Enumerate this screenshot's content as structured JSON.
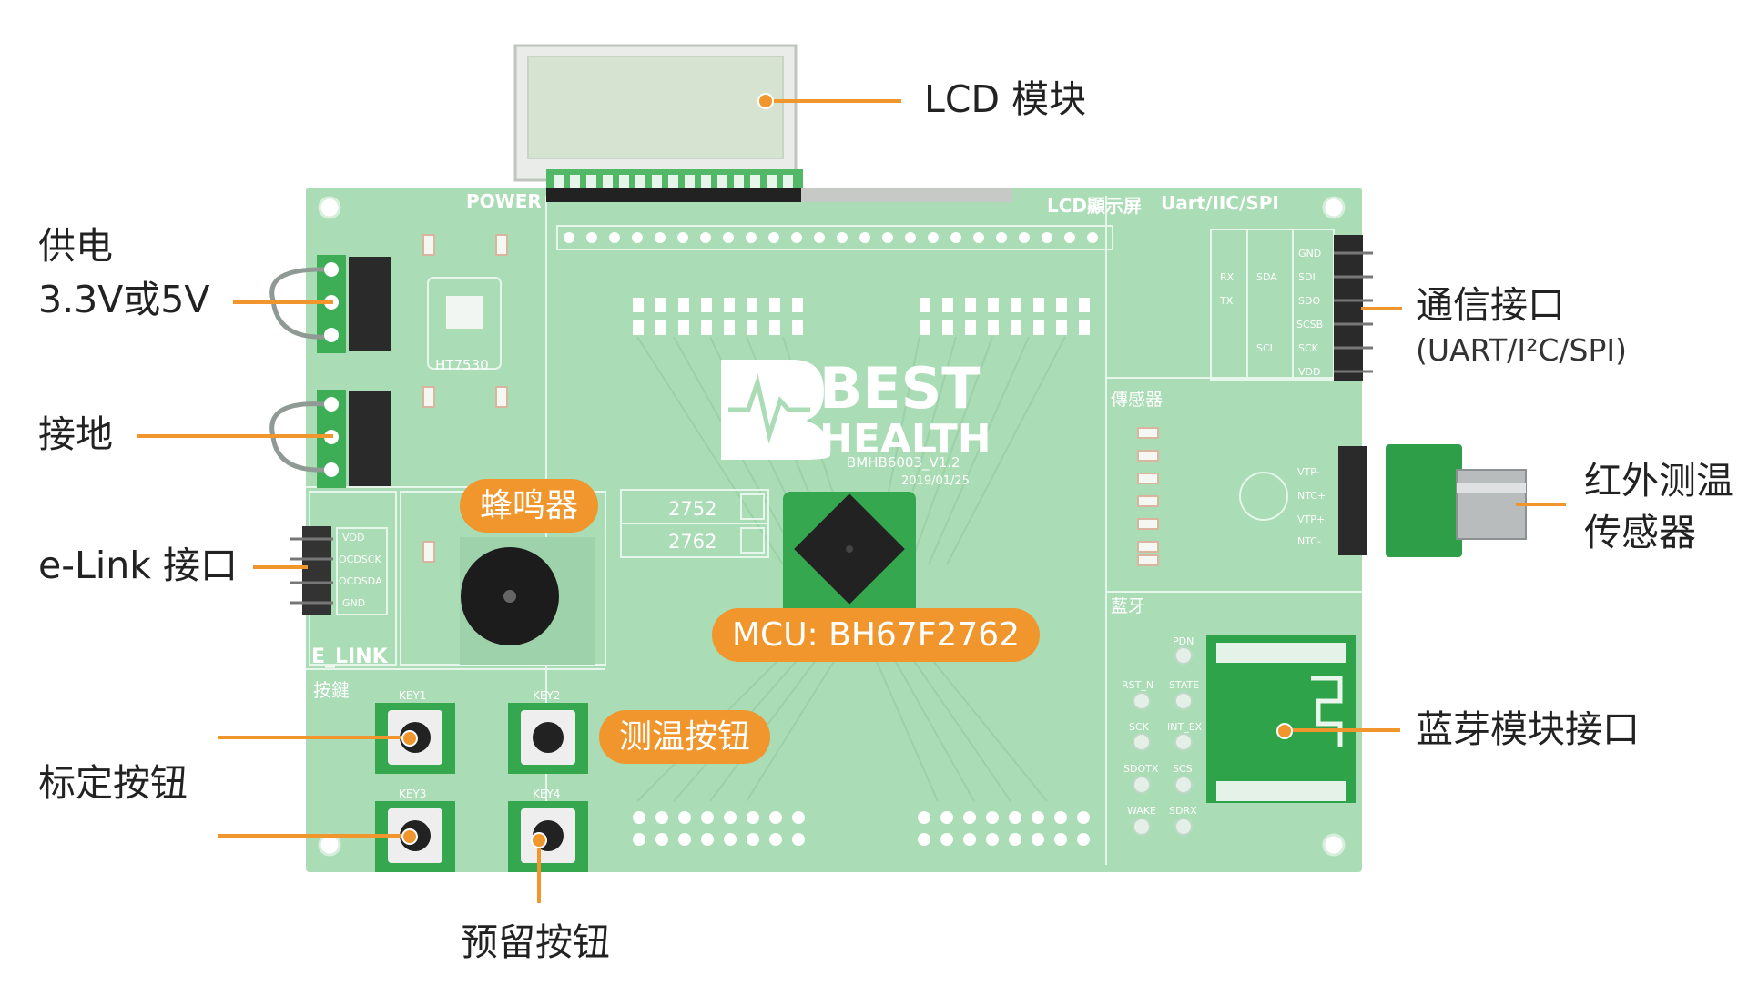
{
  "callouts": {
    "lcd": "LCD 模块",
    "power_line1": "供电",
    "power_line2": "3.3V或5V",
    "ground": "接地",
    "elink": "e-Link 接口",
    "calib_button": "标定按钮",
    "reserve_button": "预留按钮",
    "comm_interface": "通信接口",
    "comm_protocols": "(UART/I²C/SPI)",
    "ir_sensor_line1": "红外测温",
    "ir_sensor_line2": "传感器",
    "bt_module": "蓝芽模块接口"
  },
  "pills": {
    "buzzer": "蜂鸣器",
    "mcu": "MCU: BH67F2762",
    "measure_button": "测温按钮"
  },
  "board": {
    "logo_top": "BEST",
    "logo_bottom": "HEALTH",
    "model": "BMHB6003_V1.2",
    "date": "2019/01/25",
    "chip_a": "2752",
    "chip_b": "2762",
    "silk_power": "POWER",
    "silk_lcd": "LCD顯示屏",
    "silk_uart": "Uart/IIC/SPI",
    "silk_elink": "E_LINK",
    "silk_keys": "按鍵",
    "silk_sensor": "傳感器",
    "silk_bt": "藍牙",
    "ic_u1": "HT7530",
    "key1": "KEY1",
    "key2": "KEY2",
    "key3": "KEY3",
    "key4": "KEY4",
    "elink_pins": [
      "VDD",
      "OCDSCK",
      "OCDSDA",
      "GND"
    ],
    "comm_pins": [
      "GND",
      "SDI",
      "SDO",
      "SCSB",
      "SCK",
      "VDD"
    ],
    "comm_uart": [
      "RX",
      "TX"
    ],
    "comm_iic": [
      "SDA",
      "SCL"
    ],
    "ntc_pins": [
      "VTP-",
      "NTC+",
      "VTP+",
      "NTC-"
    ],
    "bt_pins": [
      "PDN",
      "RST_N",
      "STATE",
      "SCK",
      "INT_EX",
      "SDOTX",
      "SCS",
      "WAKE",
      "SDRX"
    ]
  },
  "colors": {
    "accent": "#f0962c",
    "pcb": "#a9dcb4",
    "pcb_dark": "#8fc89c"
  }
}
